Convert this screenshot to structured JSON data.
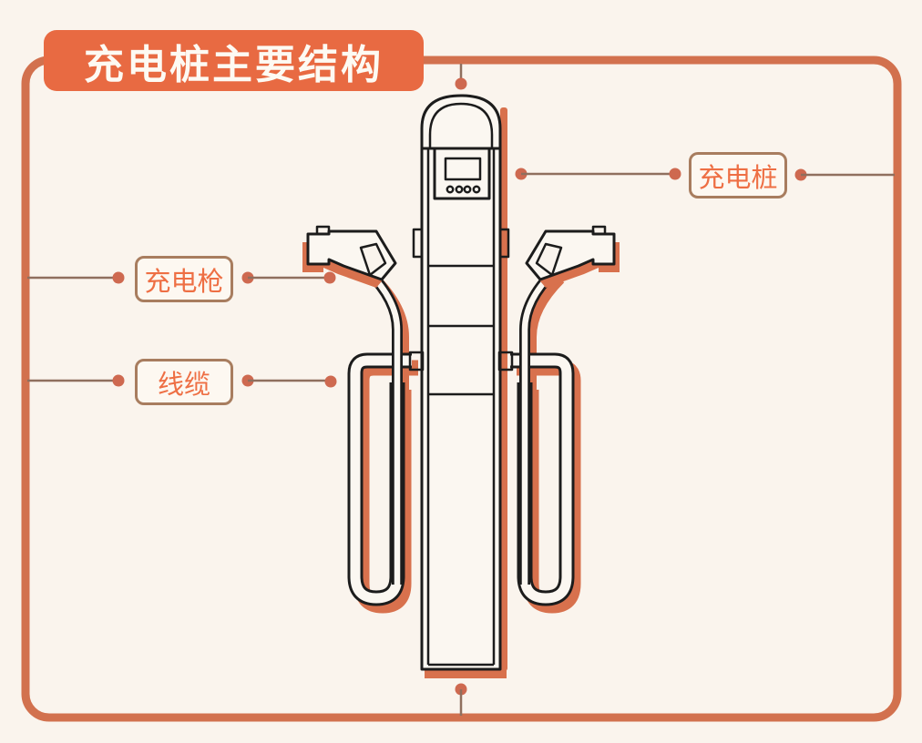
{
  "title": {
    "text": "充电桩主要结构"
  },
  "callouts": {
    "pile": {
      "label": "充电桩"
    },
    "gun": {
      "label": "充电枪"
    },
    "cable": {
      "label": "线缆"
    }
  },
  "illustration": {
    "name": "charging-pile-drawing"
  },
  "colors": {
    "background": "#faf4ed",
    "frame": "#d2714e",
    "banner": "#e86a42",
    "banner_text": "#fdfaf3",
    "shadow": "#d8714d",
    "label_text": "#ee6f44",
    "label_border": "#a87d5f",
    "label_fill": "#fdf8f1",
    "connector": "#8f6f5e",
    "dot": "#ce6950",
    "outline": "#1c1c1c",
    "fill_white": "#fbf7f1"
  }
}
